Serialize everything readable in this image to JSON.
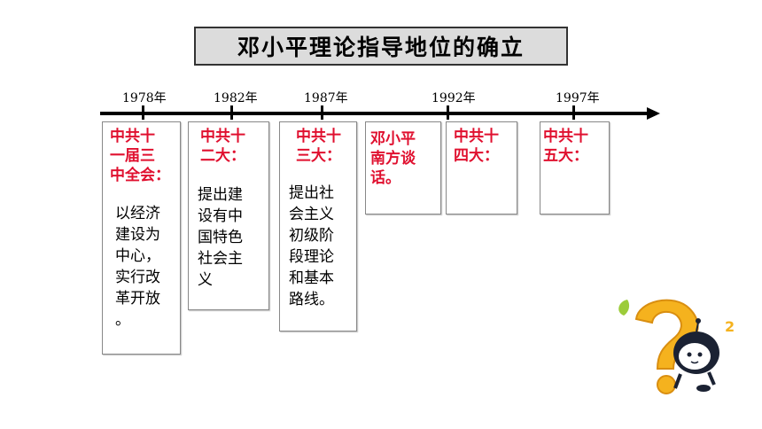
{
  "title": "邓小平理论指导地位的确立",
  "timeline": {
    "years": [
      "1978年",
      "1982年",
      "1987年",
      "1992年",
      "1997年"
    ]
  },
  "events": [
    {
      "event": "中共十\n一届三\n中全会：",
      "desc": "以经济\n建设为\n中心，\n实行改\n革开放\n。"
    },
    {
      "event": "中共十\n二大：",
      "desc": "提出建\n设有中\n国特色\n社会主\n义"
    },
    {
      "event": "中共十\n三大：",
      "desc": "提出社\n会主义\n初级阶\n段理论\n和基本\n路线。"
    },
    {
      "event": "邓小平\n南方谈\n话。",
      "desc": ""
    },
    {
      "event": "中共十\n四大：",
      "desc": ""
    },
    {
      "event": "中共十\n五大：",
      "desc": ""
    }
  ],
  "colors": {
    "event_text": "#e0102f",
    "title_bg": "#dcdcdc",
    "question_mark": "#f5b21e"
  },
  "mascot": {
    "icon": "question-mark-mascot-icon",
    "small_mark": "2"
  }
}
